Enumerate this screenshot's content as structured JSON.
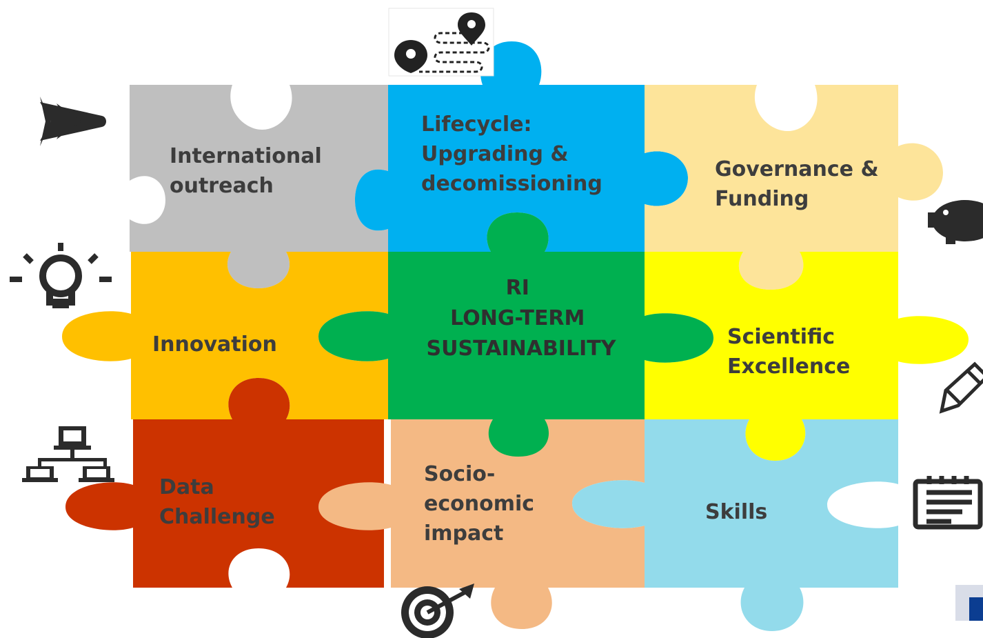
{
  "pieces": [
    {
      "id": "international",
      "color": "#bfbfbf",
      "lines": [
        "International",
        "outreach"
      ]
    },
    {
      "id": "lifecycle",
      "color": "#00b0f0",
      "lines": [
        "Lifecycle:",
        "Upgrading &",
        "decomissioning"
      ]
    },
    {
      "id": "governance",
      "color": "#fde49a",
      "lines": [
        "Governance &",
        "Funding"
      ]
    },
    {
      "id": "innovation",
      "color": "#ffc000",
      "lines": [
        "Innovation"
      ]
    },
    {
      "id": "center",
      "color": "#00b050",
      "lines": [
        "RI",
        "LONG-TERM",
        "SUSTAINABILITY"
      ]
    },
    {
      "id": "scientific",
      "color": "#ffff00",
      "lines": [
        "Scientific",
        "Excellence"
      ]
    },
    {
      "id": "data",
      "color": "#cc3300",
      "lines": [
        "Data",
        "Challenge"
      ]
    },
    {
      "id": "socio",
      "color": "#f4b984",
      "lines": [
        "Socio-",
        "economic",
        "impact"
      ]
    },
    {
      "id": "skills",
      "color": "#93dbeb",
      "lines": [
        "Skills"
      ]
    }
  ],
  "icons": {
    "airplane": "airplane-icon",
    "route": "route-map-pin-icon",
    "piggy": "piggy-bank-icon",
    "bulb": "lightbulb-icon",
    "pencil": "pencil-icon",
    "network": "network-icon",
    "notepad": "notepad-icon",
    "target": "target-icon"
  }
}
